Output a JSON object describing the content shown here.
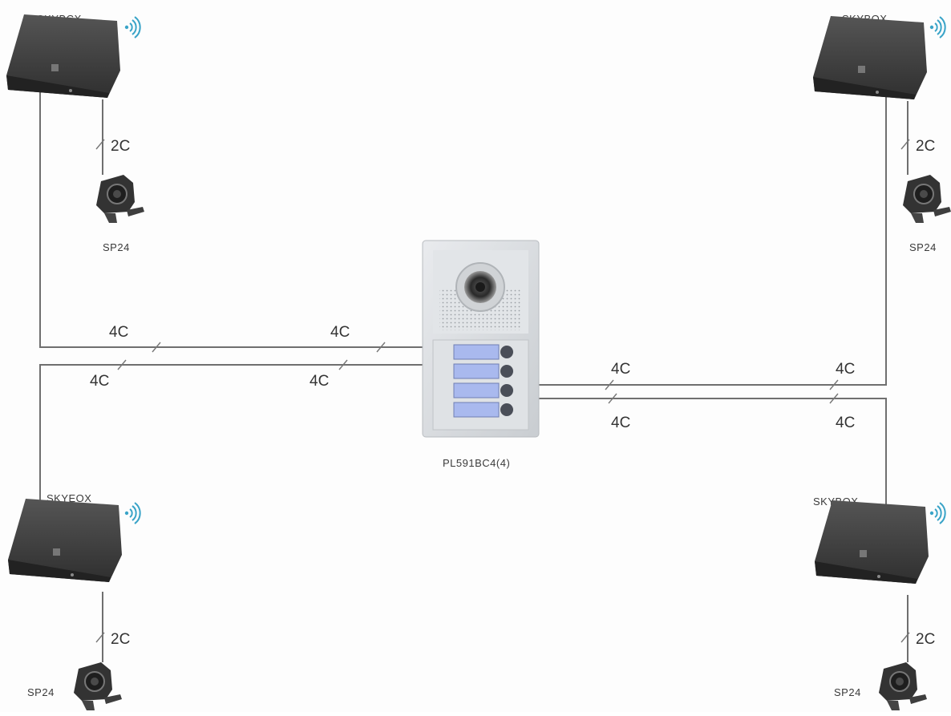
{
  "colors": {
    "wire": "#6f6f6f",
    "device_dark": "#3b3b3b",
    "panel_body": "#d6d9dc",
    "button_blue": "#a9b9ee",
    "wifi": "#3aa4c8"
  },
  "devices": {
    "skybox_top_left": {
      "label": "SKYBCX",
      "icon": "wifi-icon"
    },
    "skybox_top_right": {
      "label": "SKYBOX",
      "icon": "wifi-icon"
    },
    "skybox_bottom_left": {
      "label": "SKYEOX",
      "icon": "wifi-icon"
    },
    "skybox_bottom_right": {
      "label": "SKYBOX",
      "icon": "wifi-icon"
    },
    "camera_top_left": {
      "label": "SP24"
    },
    "camera_top_right": {
      "label": "SP24"
    },
    "camera_bottom_left": {
      "label": "SP24"
    },
    "camera_bottom_right": {
      "label": "SP24"
    },
    "door_panel": {
      "label": "PL591BC4(4)",
      "buttons": 4
    }
  },
  "wires": {
    "cam_top_left": "2C",
    "cam_top_right": "2C",
    "cam_bottom_left": "2C",
    "cam_bottom_right": "2C",
    "left_upper_a": "4C",
    "left_upper_b": "4C",
    "left_lower_a": "4C",
    "left_lower_b": "4C",
    "right_upper_a": "4C",
    "right_upper_b": "4C",
    "right_lower_a": "4C",
    "right_lower_b": "4C"
  }
}
